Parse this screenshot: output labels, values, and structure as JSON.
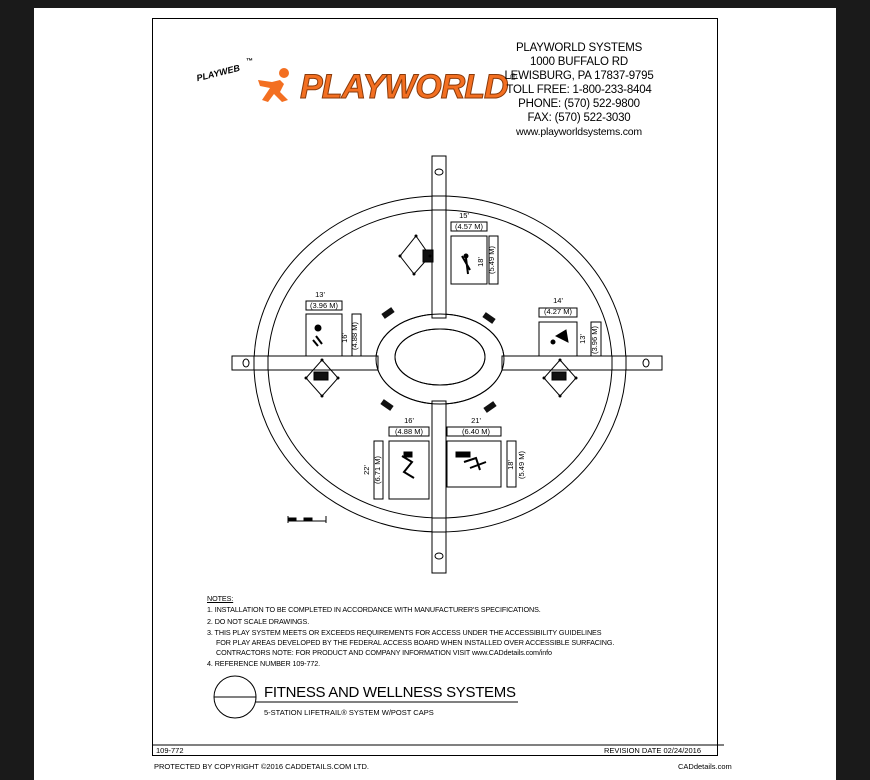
{
  "brand": {
    "name": "PLAYWORLD",
    "sub_brand": "PLAYWEB",
    "tm": "™",
    "reg": "®",
    "brand_color": "#f36f21"
  },
  "address": {
    "company": "PLAYWORLD SYSTEMS",
    "street": "1000 BUFFALO RD",
    "city": "LEWISBURG, PA 17837-9795",
    "toll_free": "TOLL FREE: 1-800-233-8404",
    "phone": "PHONE: (570) 522-9800",
    "fax": "FAX: (570) 522-3030",
    "web": "www.playworldsystems.com"
  },
  "plan": {
    "stations": [
      {
        "id": "n",
        "w_ft": "15'",
        "w_m": "(4.57 M)",
        "h_ft": "18'",
        "h_m": "(5.49 M)"
      },
      {
        "id": "w",
        "w_ft": "13'",
        "w_m": "(3.96 M)",
        "h_ft": "16'",
        "h_m": "(4.88 M)"
      },
      {
        "id": "e",
        "w_ft": "14'",
        "w_m": "(4.27 M)",
        "h_ft": "13'",
        "h_m": "(3.96 M)"
      },
      {
        "id": "sw",
        "w_ft": "16'",
        "w_m": "(4.88 M)",
        "h_ft": "22'",
        "h_m": "(6.71 M)"
      },
      {
        "id": "se",
        "w_ft": "21'",
        "w_m": "(6.40 M)",
        "h_ft": "18'",
        "h_m": "(5.49 M)"
      }
    ]
  },
  "notes": {
    "heading": "NOTES:",
    "items": [
      "1.  INSTALLATION TO BE COMPLETED IN ACCORDANCE WITH MANUFACTURER'S SPECIFICATIONS.",
      "2.  DO NOT SCALE DRAWINGS.",
      "3.  THIS PLAY SYSTEM MEETS OR EXCEEDS REQUIREMENTS FOR ACCESS UNDER THE ACCESSIBILITY GUIDELINES",
      "     FOR PLAY AREAS DEVELOPED BY THE FEDERAL ACCESS BOARD WHEN INSTALLED OVER ACCESSIBLE SURFACING.",
      "     CONTRACTORS NOTE: FOR PRODUCT AND COMPANY INFORMATION VISIT www.CADdetails.com/info",
      "4.  REFERENCE NUMBER 109-772."
    ]
  },
  "title_block": {
    "title": "FITNESS AND WELLNESS SYSTEMS",
    "subtitle": "5-STATION LIFETRAIL® SYSTEM W/POST CAPS"
  },
  "footer": {
    "ref": "109-772",
    "revision": "REVISION DATE 02/24/2016",
    "copyright": "PROTECTED BY COPYRIGHT ©2016 CADDETAILS.COM LTD.",
    "site": "CADdetails.com"
  }
}
